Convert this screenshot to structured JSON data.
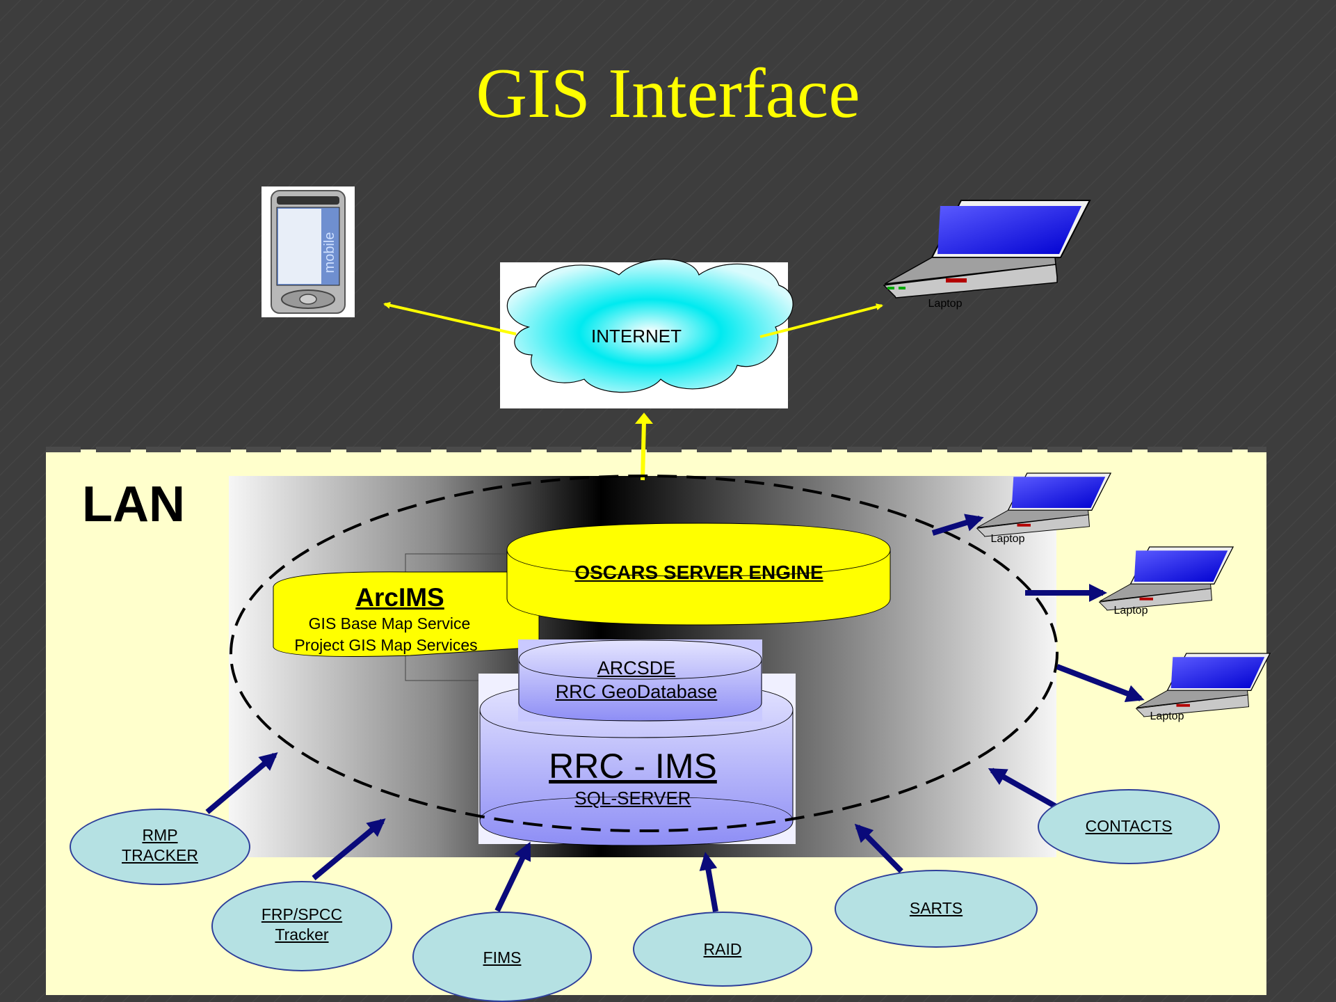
{
  "title": "GIS Interface",
  "lan_label": "LAN",
  "internet_label": "INTERNET",
  "laptop_label": "Laptop",
  "laptops": [
    {
      "id": "top-right",
      "label": "Laptop"
    },
    {
      "id": "lan-1",
      "label": "Laptop"
    },
    {
      "id": "lan-2",
      "label": "Laptop"
    },
    {
      "id": "lan-3",
      "label": "Laptop"
    }
  ],
  "oscars": "OSCARS SERVER ENGINE",
  "arcims": {
    "title": "ArcIMS",
    "line1": "GIS Base Map Service",
    "line2": "Project GIS Map Services"
  },
  "arcsde": {
    "line1": "ARCSDE",
    "line2": "RRC GeoDatabase"
  },
  "rrc_ims": {
    "line1": "RRC - IMS",
    "line2": "SQL-SERVER"
  },
  "sources": {
    "rmp": [
      "RMP",
      "TRACKER"
    ],
    "frp": [
      "FRP/SPCC",
      "Tracker"
    ],
    "fims": "FIMS",
    "raid": "RAID",
    "sarts": "SARTS",
    "contacts": "CONTACTS"
  },
  "pda_text": "mobile",
  "colors": {
    "title": "#ffff00",
    "arrow_yellow": "#ffff00",
    "arrow_navy": "#0a0a7a",
    "lan_panel": "#ffffcc",
    "oscars_fill": "#ffff00",
    "db_fill": "#b8b8f8",
    "source_fill": "#b5e1e3"
  },
  "icons": [
    "pda-icon",
    "cloud-icon",
    "laptop-icon"
  ]
}
